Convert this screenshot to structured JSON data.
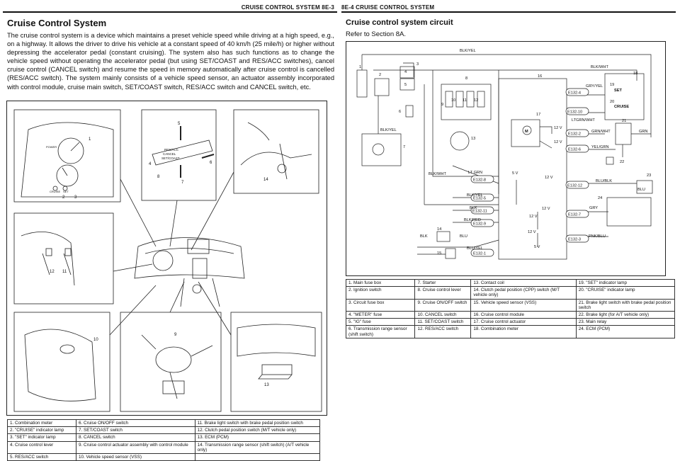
{
  "left_page": {
    "header": "CRUISE CONTROL SYSTEM 8E-3",
    "title": "Cruise Control System",
    "paragraph": "The cruise control system is a device which maintains a preset vehicle speed while driving at a high speed, e.g., on a highway. It allows the driver to drive his vehicle at a constant speed of 40 km/h (25 mile/h) or higher without depressing the accelerator pedal (constant cruising). The system also has such functions as to change the vehicle speed without operating the accelerator pedal (but using SET/COAST and RES/ACC switches), cancel cruise control (CANCEL switch) and resume the speed in memory automatically after cruise control is cancelled (RES/ACC switch). The system mainly consists of a vehicle speed sensor, an actuator assembly incorporated with control module, cruise main switch, SET/COAST switch, RES/ACC switch and CANCEL switch, etc.",
    "figure_labels": {
      "n1": "1",
      "n2": "2",
      "n3": "3",
      "n4": "4",
      "n5": "5",
      "n6": "6",
      "n7": "7",
      "n8": "8",
      "n9": "9",
      "n10": "10",
      "n11": "11",
      "n12": "12",
      "n13": "13",
      "n14": "14",
      "res_acc": "RES/ACC",
      "cancel": "CANCEL",
      "set_coast": "SET/COAST",
      "power": "POWER",
      "cruise": "CRUISE",
      "set": "SET"
    },
    "legend": [
      [
        "1.  Combination meter",
        "6.  Cruise ON/OFF switch",
        "11.  Brake light switch with brake pedal position switch"
      ],
      [
        "2.  \"CRUISE\" indicator lamp",
        "7.  SET/COAST switch",
        "12.  Clutch pedal position switch (M/T vehicle only)"
      ],
      [
        "3.  \"SET\" indicator lamp",
        "8.  CANCEL switch",
        "13.  ECM (PCM)"
      ],
      [
        "4.  Cruise control lever",
        "9.  Cruise control actuator assembly with control module",
        "14.  Transmission range sensor (shift switch) (A/T vehicle only)"
      ],
      [
        "5.  RES/ACC switch",
        "10.  Vehicle speed sensor (VSS)",
        ""
      ]
    ]
  },
  "right_page": {
    "header": "8E-4 CRUISE CONTROL SYSTEM",
    "title": "Cruise control system circuit",
    "subtitle": "Refer to Section 8A.",
    "circuit": {
      "wires": {
        "blk_yel_top": "BLK/YEL",
        "blk_wht_top": "BLK/WHT",
        "gry_yel": "GRY/YEL",
        "ltgrn_wht": "LTGRN/WHT",
        "grn_wht": "GRN/WHT",
        "grn": "GRN",
        "yel_grn": "YEL/GRN",
        "blk_yel_left": "BLK/YEL",
        "blk_wht_left": "BLK/WHT",
        "lt_grn": "LT GRN",
        "blu_blk": "BLU/BLK",
        "blu": "BLU",
        "blk_yel_mid": "BLK/YEL",
        "blk": "BLK",
        "gry": "GRY",
        "blk_red": "BLK/RED",
        "pnk_blu": "PNK/BLU",
        "blk_left": "BLK",
        "blu_left": "BLU",
        "blu_yel": "BLU/YEL"
      },
      "connectors": [
        "E132-4",
        "E132-10",
        "E132-2",
        "E132-6",
        "E132-8",
        "E132-12",
        "E132-5",
        "E132-11",
        "E132-7",
        "E132-9",
        "E132-3",
        "E132-1"
      ],
      "voltages": {
        "v12": "12 V",
        "v5": "5 V"
      },
      "indicator_labels": {
        "set": "SET",
        "cruise": "CRUISE"
      },
      "motor": "M",
      "component_numbers": [
        "1",
        "2",
        "3",
        "4",
        "5",
        "6",
        "7",
        "8",
        "9",
        "10",
        "11",
        "12",
        "13",
        "14",
        "15",
        "16",
        "17",
        "18",
        "19",
        "20",
        "21",
        "22",
        "23",
        "24"
      ]
    },
    "legend": [
      [
        "1.  Main fuse box",
        "7.  Starter",
        "13.  Contact coil",
        "19.  \"SET\" indicator lamp"
      ],
      [
        "2.  Ignition switch",
        "8.  Cruise control lever",
        "14.  Clutch pedal position (CPP) switch (M/T vehicle only)",
        "20.  \"CRUISE\" indicator lamp"
      ],
      [
        "3.  Circuit fuse box",
        "9.  Cruise ON/OFF switch",
        "15.  Vehicle speed sensor (VSS)",
        "21.  Brake light switch with brake pedal position switch"
      ],
      [
        "4.  \"METER\" fuse",
        "10.  CANCEL switch",
        "16.  Cruise control module",
        "22.  Brake light (for A/T vehicle only)"
      ],
      [
        "5.  \"IG\" fuse",
        "11.  SET/COAST switch",
        "17.  Cruise control actuator",
        "23.  Main relay"
      ],
      [
        "6.  Transmission range sensor (shift switch)",
        "12.  RES/ACC switch",
        "18.  Combination meter",
        "24.  ECM (PCM)"
      ]
    ]
  }
}
